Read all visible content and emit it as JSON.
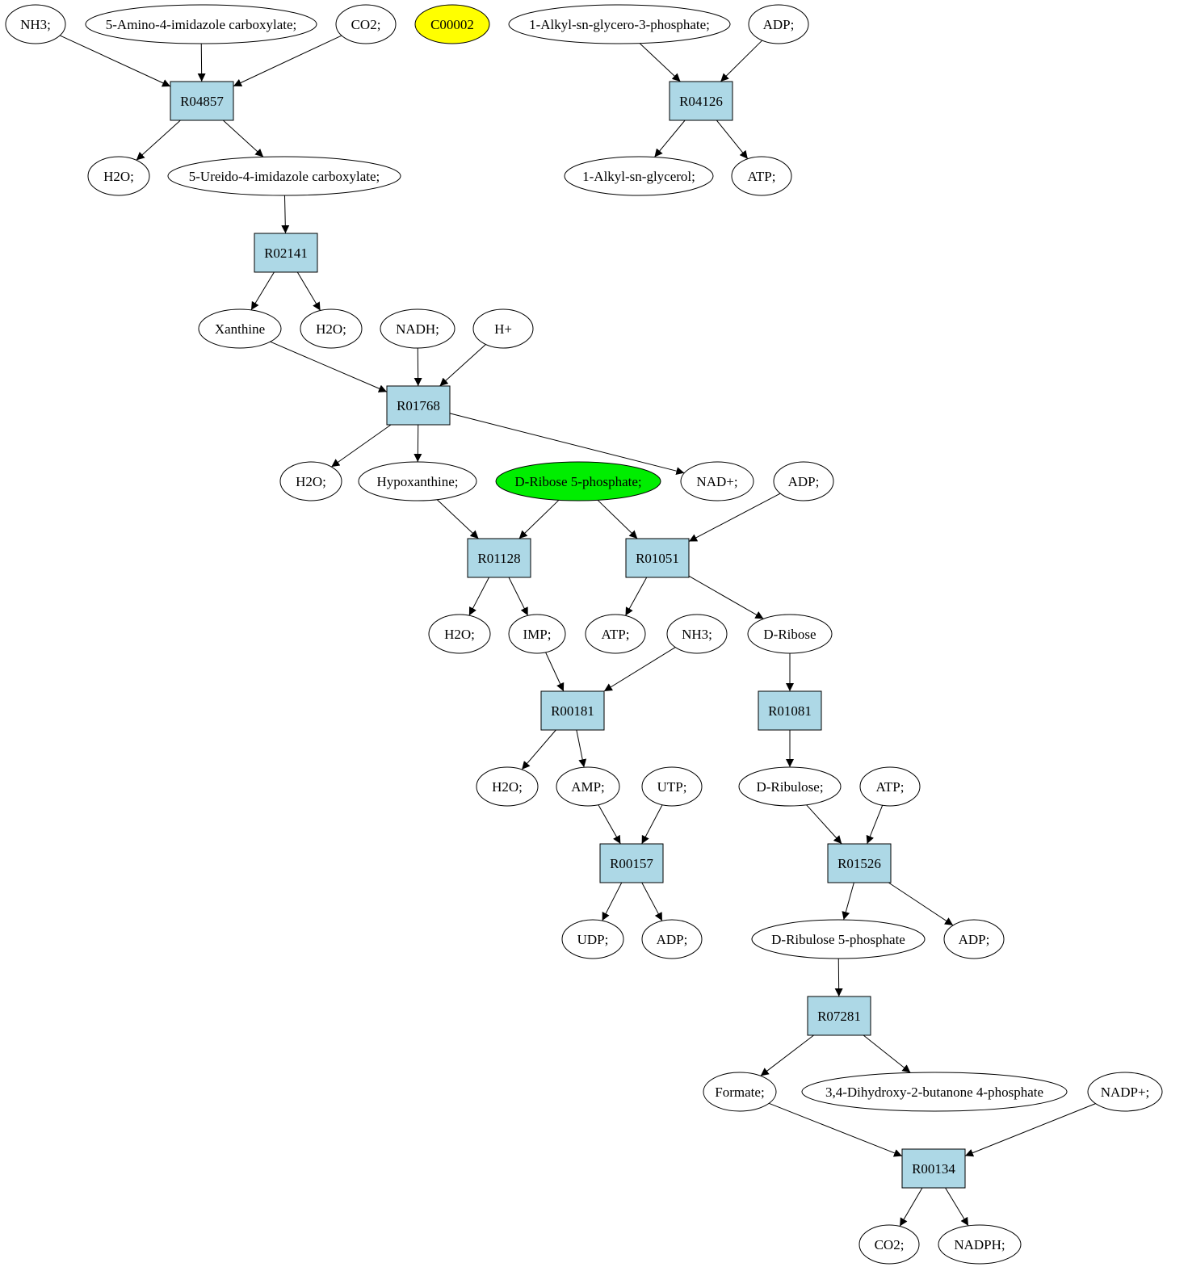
{
  "colors": {
    "reaction_fill": "#add8e6",
    "metabolite_fill": "#ffffff",
    "highlight_yellow": "#ffff00",
    "highlight_green": "#00ee00",
    "edge": "#000000"
  },
  "metabolites": {
    "m_nh3_a": {
      "label": "NH3;",
      "fill": "metabolite"
    },
    "m_aica": {
      "label": "5-Amino-4-imidazole carboxylate;",
      "fill": "metabolite"
    },
    "m_co2_a": {
      "label": "CO2;",
      "fill": "metabolite"
    },
    "m_c00002": {
      "label": "C00002",
      "fill": "yellow"
    },
    "m_alkylg3p": {
      "label": "1-Alkyl-sn-glycero-3-phosphate;",
      "fill": "metabolite"
    },
    "m_adp_a": {
      "label": "ADP;",
      "fill": "metabolite"
    },
    "m_h2o_a": {
      "label": "H2O;",
      "fill": "metabolite"
    },
    "m_ureido": {
      "label": "5-Ureido-4-imidazole carboxylate;",
      "fill": "metabolite"
    },
    "m_alkylg": {
      "label": "1-Alkyl-sn-glycerol;",
      "fill": "metabolite"
    },
    "m_atp_a": {
      "label": "ATP;",
      "fill": "metabolite"
    },
    "m_xanthine": {
      "label": "Xanthine",
      "fill": "metabolite"
    },
    "m_h2o_b": {
      "label": "H2O;",
      "fill": "metabolite"
    },
    "m_nadh": {
      "label": "NADH;",
      "fill": "metabolite"
    },
    "m_hplus": {
      "label": "H+",
      "fill": "metabolite"
    },
    "m_h2o_c": {
      "label": "H2O;",
      "fill": "metabolite"
    },
    "m_hypox": {
      "label": "Hypoxanthine;",
      "fill": "metabolite"
    },
    "m_r5p": {
      "label": "D-Ribose 5-phosphate;",
      "fill": "green"
    },
    "m_nadplus": {
      "label": "NAD+;",
      "fill": "metabolite"
    },
    "m_adp_b": {
      "label": "ADP;",
      "fill": "metabolite"
    },
    "m_h2o_d": {
      "label": "H2O;",
      "fill": "metabolite"
    },
    "m_imp": {
      "label": "IMP;",
      "fill": "metabolite"
    },
    "m_atp_b": {
      "label": "ATP;",
      "fill": "metabolite"
    },
    "m_nh3_b": {
      "label": "NH3;",
      "fill": "metabolite"
    },
    "m_dribose": {
      "label": "D-Ribose",
      "fill": "metabolite"
    },
    "m_h2o_e": {
      "label": "H2O;",
      "fill": "metabolite"
    },
    "m_amp": {
      "label": "AMP;",
      "fill": "metabolite"
    },
    "m_utp": {
      "label": "UTP;",
      "fill": "metabolite"
    },
    "m_dribulose": {
      "label": "D-Ribulose;",
      "fill": "metabolite"
    },
    "m_atp_c": {
      "label": "ATP;",
      "fill": "metabolite"
    },
    "m_udp": {
      "label": "UDP;",
      "fill": "metabolite"
    },
    "m_adp_c": {
      "label": "ADP;",
      "fill": "metabolite"
    },
    "m_ru5p": {
      "label": "D-Ribulose 5-phosphate",
      "fill": "metabolite"
    },
    "m_adp_d": {
      "label": "ADP;",
      "fill": "metabolite"
    },
    "m_formate": {
      "label": "Formate;",
      "fill": "metabolite"
    },
    "m_dhbp": {
      "label": "3,4-Dihydroxy-2-butanone 4-phosphate",
      "fill": "metabolite"
    },
    "m_nadpplus": {
      "label": "NADP+;",
      "fill": "metabolite"
    },
    "m_co2_b": {
      "label": "CO2;",
      "fill": "metabolite"
    },
    "m_nadph": {
      "label": "NADPH;",
      "fill": "metabolite"
    }
  },
  "reactions": {
    "r_r04857": {
      "label": "R04857"
    },
    "r_r04126": {
      "label": "R04126"
    },
    "r_r02141": {
      "label": "R02141"
    },
    "r_r01768": {
      "label": "R01768"
    },
    "r_r01128": {
      "label": "R01128"
    },
    "r_r01051": {
      "label": "R01051"
    },
    "r_r00181": {
      "label": "R00181"
    },
    "r_r01081": {
      "label": "R01081"
    },
    "r_r00157": {
      "label": "R00157"
    },
    "r_r01526": {
      "label": "R01526"
    },
    "r_r07281": {
      "label": "R07281"
    },
    "r_r00134": {
      "label": "R00134"
    }
  },
  "edges": [
    [
      "m_nh3_a",
      "r_r04857"
    ],
    [
      "m_aica",
      "r_r04857"
    ],
    [
      "m_co2_a",
      "r_r04857"
    ],
    [
      "r_r04857",
      "m_h2o_a"
    ],
    [
      "r_r04857",
      "m_ureido"
    ],
    [
      "m_alkylg3p",
      "r_r04126"
    ],
    [
      "m_adp_a",
      "r_r04126"
    ],
    [
      "r_r04126",
      "m_alkylg"
    ],
    [
      "r_r04126",
      "m_atp_a"
    ],
    [
      "m_ureido",
      "r_r02141"
    ],
    [
      "r_r02141",
      "m_xanthine"
    ],
    [
      "r_r02141",
      "m_h2o_b"
    ],
    [
      "m_xanthine",
      "r_r01768"
    ],
    [
      "m_nadh",
      "r_r01768"
    ],
    [
      "m_hplus",
      "r_r01768"
    ],
    [
      "r_r01768",
      "m_h2o_c"
    ],
    [
      "r_r01768",
      "m_hypox"
    ],
    [
      "r_r01768",
      "m_nadplus"
    ],
    [
      "m_hypox",
      "r_r01128"
    ],
    [
      "m_r5p",
      "r_r01128"
    ],
    [
      "m_r5p",
      "r_r01051"
    ],
    [
      "m_adp_b",
      "r_r01051"
    ],
    [
      "r_r01128",
      "m_h2o_d"
    ],
    [
      "r_r01128",
      "m_imp"
    ],
    [
      "r_r01051",
      "m_atp_b"
    ],
    [
      "r_r01051",
      "m_dribose"
    ],
    [
      "m_imp",
      "r_r00181"
    ],
    [
      "m_nh3_b",
      "r_r00181"
    ],
    [
      "m_dribose",
      "r_r01081"
    ],
    [
      "r_r00181",
      "m_h2o_e"
    ],
    [
      "r_r00181",
      "m_amp"
    ],
    [
      "r_r01081",
      "m_dribulose"
    ],
    [
      "m_amp",
      "r_r00157"
    ],
    [
      "m_utp",
      "r_r00157"
    ],
    [
      "m_dribulose",
      "r_r01526"
    ],
    [
      "m_atp_c",
      "r_r01526"
    ],
    [
      "r_r00157",
      "m_udp"
    ],
    [
      "r_r00157",
      "m_adp_c"
    ],
    [
      "r_r01526",
      "m_ru5p"
    ],
    [
      "r_r01526",
      "m_adp_d"
    ],
    [
      "m_ru5p",
      "r_r07281"
    ],
    [
      "r_r07281",
      "m_formate"
    ],
    [
      "r_r07281",
      "m_dhbp"
    ],
    [
      "m_formate",
      "r_r00134"
    ],
    [
      "m_nadpplus",
      "r_r00134"
    ],
    [
      "r_r00134",
      "m_co2_b"
    ],
    [
      "r_r00134",
      "m_nadph"
    ]
  ]
}
